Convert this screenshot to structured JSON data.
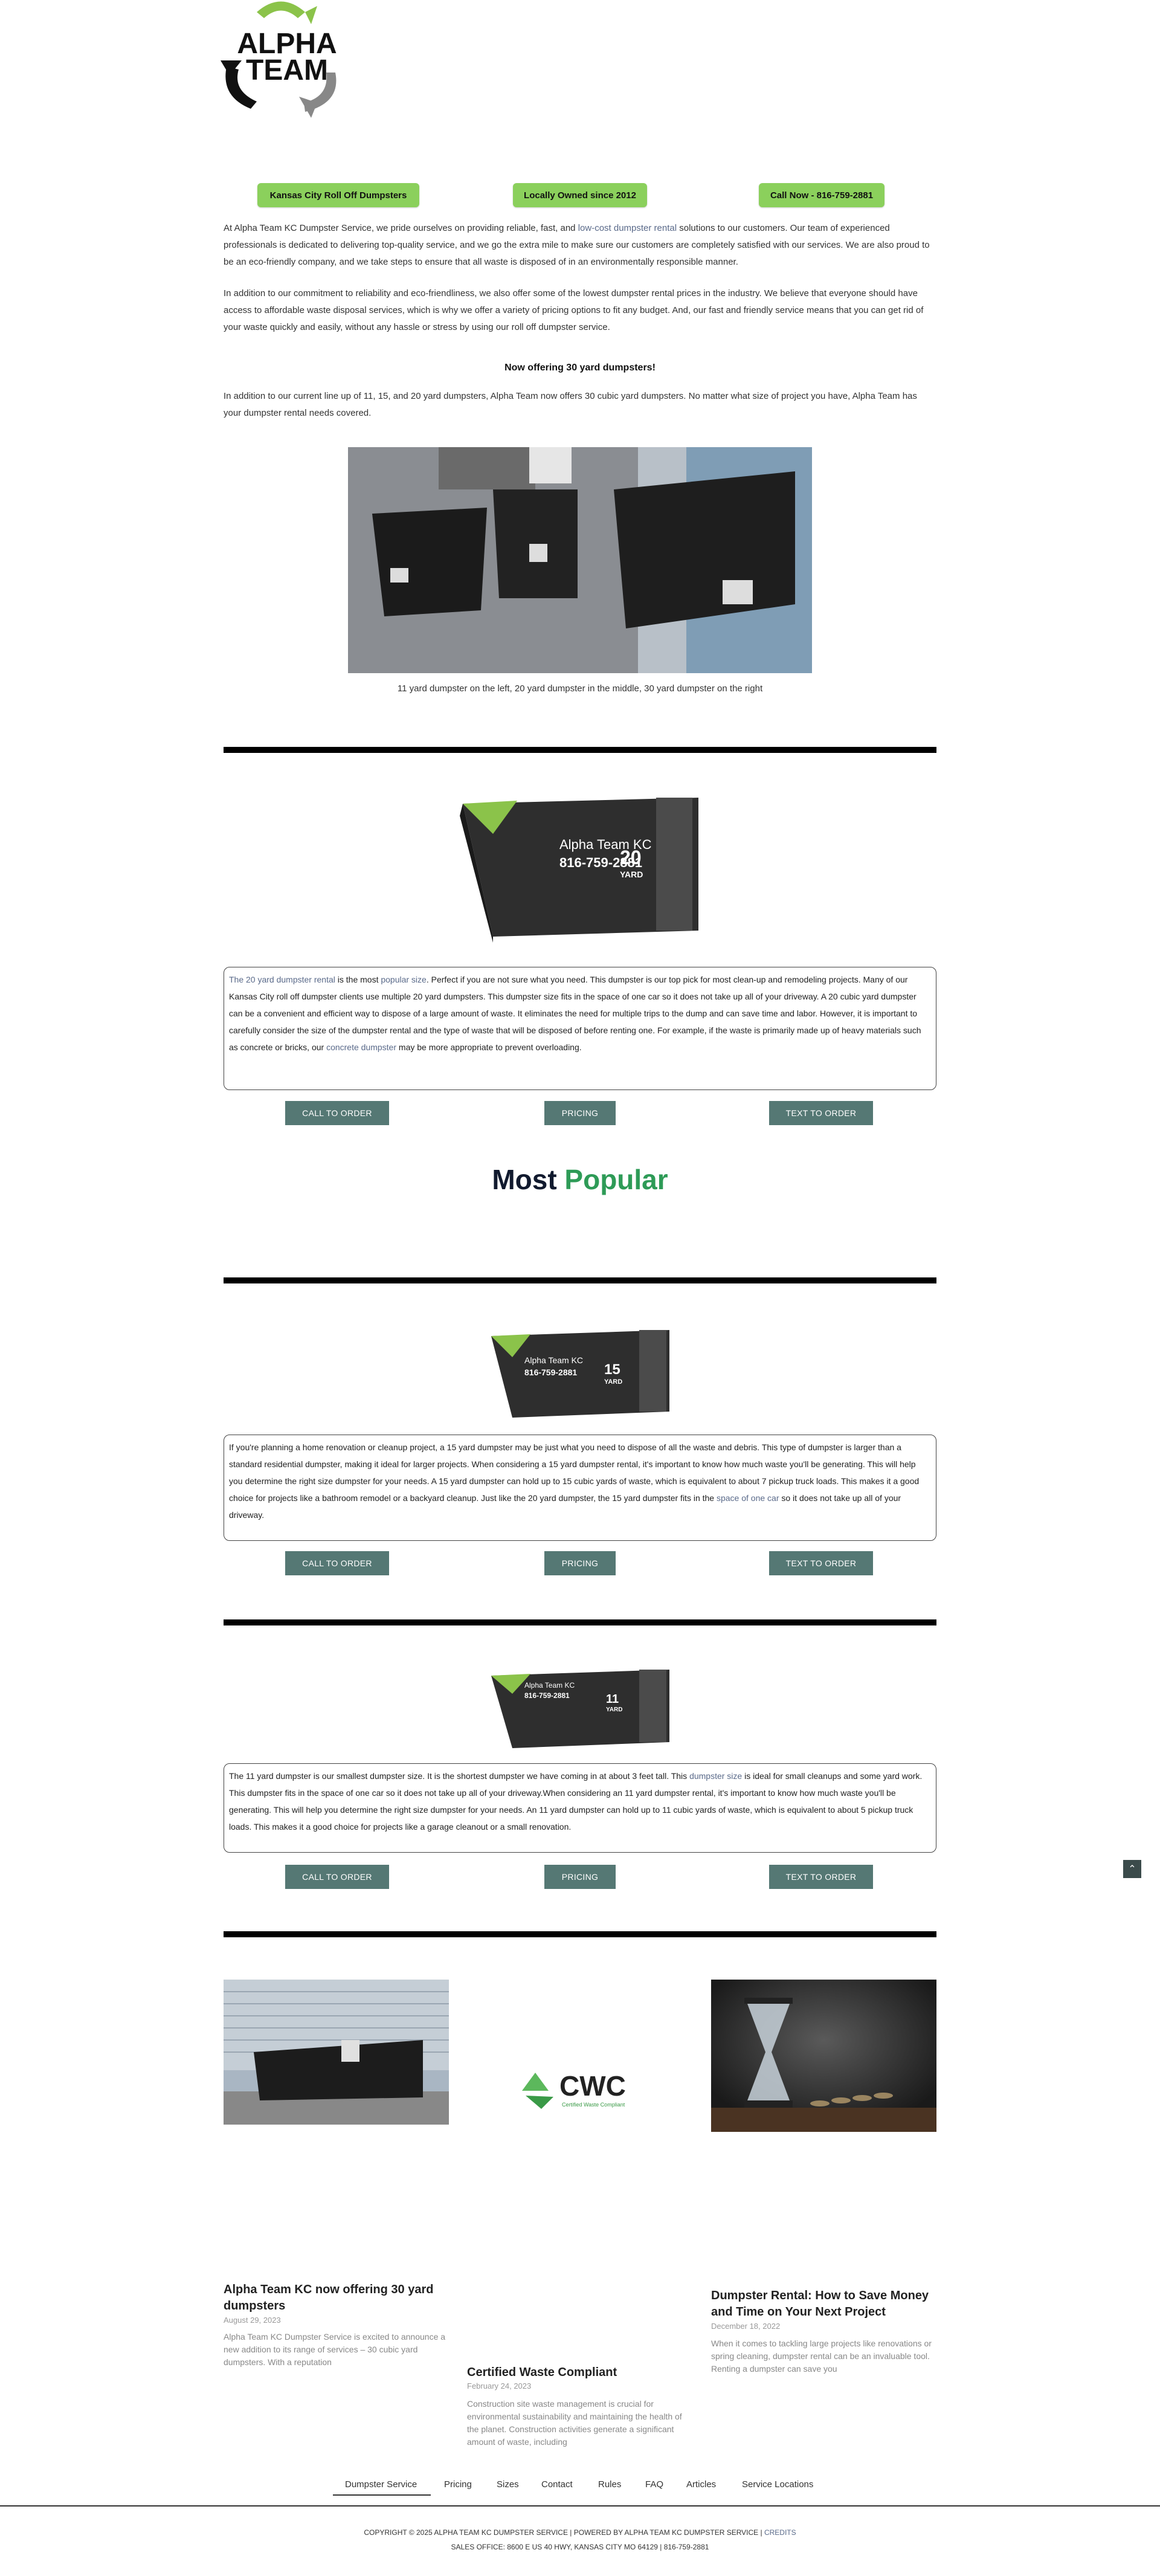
{
  "brand": {
    "logo_line1": "ALPHA",
    "logo_line2": "TEAM"
  },
  "pills": [
    "Kansas City Roll Off Dumpsters",
    "Locally Owned since 2012",
    "Call Now - 816-759-2881"
  ],
  "intro": {
    "p1_a": "At Alpha Team KC Dumpster Service, we pride ourselves on providing reliable, fast, and ",
    "p1_link": "low-cost dumpster rental",
    "p1_b": " solutions to our customers. Our team of experienced professionals is dedicated to delivering top-quality service, and we go the extra mile to make sure our customers are completely satisfied with our services. We are also proud to be an eco-friendly company, and we take steps to ensure that all waste is disposed of in an environmentally responsible manner.",
    "p2": "In addition to our commitment to reliability and eco-friendliness, we also offer some of the lowest dumpster rental prices in the industry. We believe that everyone should have access to affordable waste disposal services, which is why we offer a variety of pricing options to fit any budget. And, our fast and friendly service means that you can get rid of your waste quickly and easily, without any hassle or stress by using our roll off dumpster service.",
    "heading": "Now offering 30 yard dumpsters!",
    "p3": "In addition to our current line up of 11, 15, and 20 yard dumpsters, Alpha Team now offers 30 cubic yard dumpsters. No matter what size of project you have, Alpha Team has your dumpster rental needs covered.",
    "caption": "11 yard dumpster on the left, 20 yard dumpster in the middle, 30 yard dumpster on the right"
  },
  "dumpster_20": {
    "brand": "Alpha Team KC",
    "phone": "816-759-2881",
    "size_num": "20",
    "size_word": "YARD",
    "link1": "The 20 yard dumpster rental",
    "t1": " is the most ",
    "link2": "popular size",
    "t2": ". Perfect if you are not sure what you need. This dumpster is our top pick for most clean-up and remodeling projects. Many of our Kansas City roll off dumpster clients use multiple 20 yard dumpsters. This dumpster size fits in the space of one car so it does not take up all of your driveway. A 20 cubic yard dumpster can be a convenient and efficient way to dispose of a large amount of waste. It eliminates the need for multiple trips to the dump and can save time and labor. However, it is important to carefully consider the size of the dumpster rental and the type of waste that will be disposed of before renting one. For example, if the waste is primarily made up of heavy materials such as concrete or bricks, our ",
    "link3": "concrete dumpster",
    "t3": " may be more appropriate to prevent overloading."
  },
  "buttons": {
    "call": "CALL TO ORDER",
    "pricing": "PRICING",
    "text": "TEXT TO ORDER"
  },
  "most_popular": {
    "w1": "Most",
    "w2": "Popular"
  },
  "dumpster_15": {
    "brand": "Alpha Team KC",
    "phone": "816-759-2881",
    "size_num": "15",
    "size_word": "YARD",
    "t1": "If you're planning a home renovation or cleanup project, a 15 yard dumpster may be just what you need to dispose of all the waste and debris. This type of dumpster is larger than a standard residential dumpster, making it ideal for larger projects. When considering a 15 yard dumpster rental, it's important to know how much waste you'll be generating. This will help you determine the right size dumpster for your needs. A 15 yard dumpster can hold up to 15 cubic yards of waste, which is equivalent to about 7 pickup truck loads. This makes it a good choice for projects like a bathroom remodel or a backyard cleanup. Just like the 20 yard dumpster, the 15 yard dumpster fits in the ",
    "link1": "space of one car",
    "t2": " so it does not take up all of your driveway."
  },
  "dumpster_11": {
    "brand": "Alpha Team KC",
    "phone": "816-759-2881",
    "size_num": "11",
    "size_word": "YARD",
    "t1": "The 11 yard dumpster is our smallest dumpster size. It is the shortest dumpster we have coming in at about 3 feet tall. This ",
    "link1": "dumpster size",
    "t2": " is ideal for small cleanups and some yard work.  This dumpster fits in the space of one car so it does not take up all of your driveway.When considering an 11 yard dumpster rental, it's important to know how much waste you'll be generating. This will help you determine the right size dumpster for your needs. An 11 yard dumpster can hold up to 11 cubic yards of waste, which is equivalent to about 5 pickup truck loads. This makes it a good choice for projects like a garage cleanout or a small renovation."
  },
  "cwc": {
    "mark": "CWC",
    "tagline": "Certified Waste Compliant"
  },
  "posts": [
    {
      "title": "Alpha Team KC now offering 30 yard dumpsters",
      "date": "August 29, 2023",
      "excerpt": "Alpha Team KC Dumpster Service is excited to announce a new addition to its range of services – 30 cubic yard dumpsters. With a reputation"
    },
    {
      "title": "Certified Waste Compliant",
      "date": "February 24, 2023",
      "excerpt": "Construction site waste management is crucial for environmental sustainability and maintaining the health of the planet. Construction activities generate a significant amount of waste, including"
    },
    {
      "title": "Dumpster Rental: How to Save Money and Time on Your Next Project",
      "date": "December 18, 2022",
      "excerpt": "When it comes to tackling large projects like renovations or spring cleaning, dumpster rental can be an invaluable tool. Renting a dumpster can save you"
    }
  ],
  "nav": [
    "Dumpster Service",
    "Pricing",
    "Sizes",
    "Contact",
    "Rules",
    "FAQ",
    "Articles",
    "Service Locations"
  ],
  "footer": {
    "line1": "COPYRIGHT © 2025 ALPHA TEAM KC DUMPSTER SERVICE | POWERED BY ALPHA TEAM KC DUMPSTER SERVICE | ",
    "credits": "CREDITS",
    "line2": "SALES OFFICE: 8600 E US 40 HWY, KANSAS CITY MO 64129 | 816-759-2881"
  },
  "colors": {
    "accent_green": "#8bd05c",
    "button": "#557874",
    "heading_green": "#2e9b57"
  }
}
